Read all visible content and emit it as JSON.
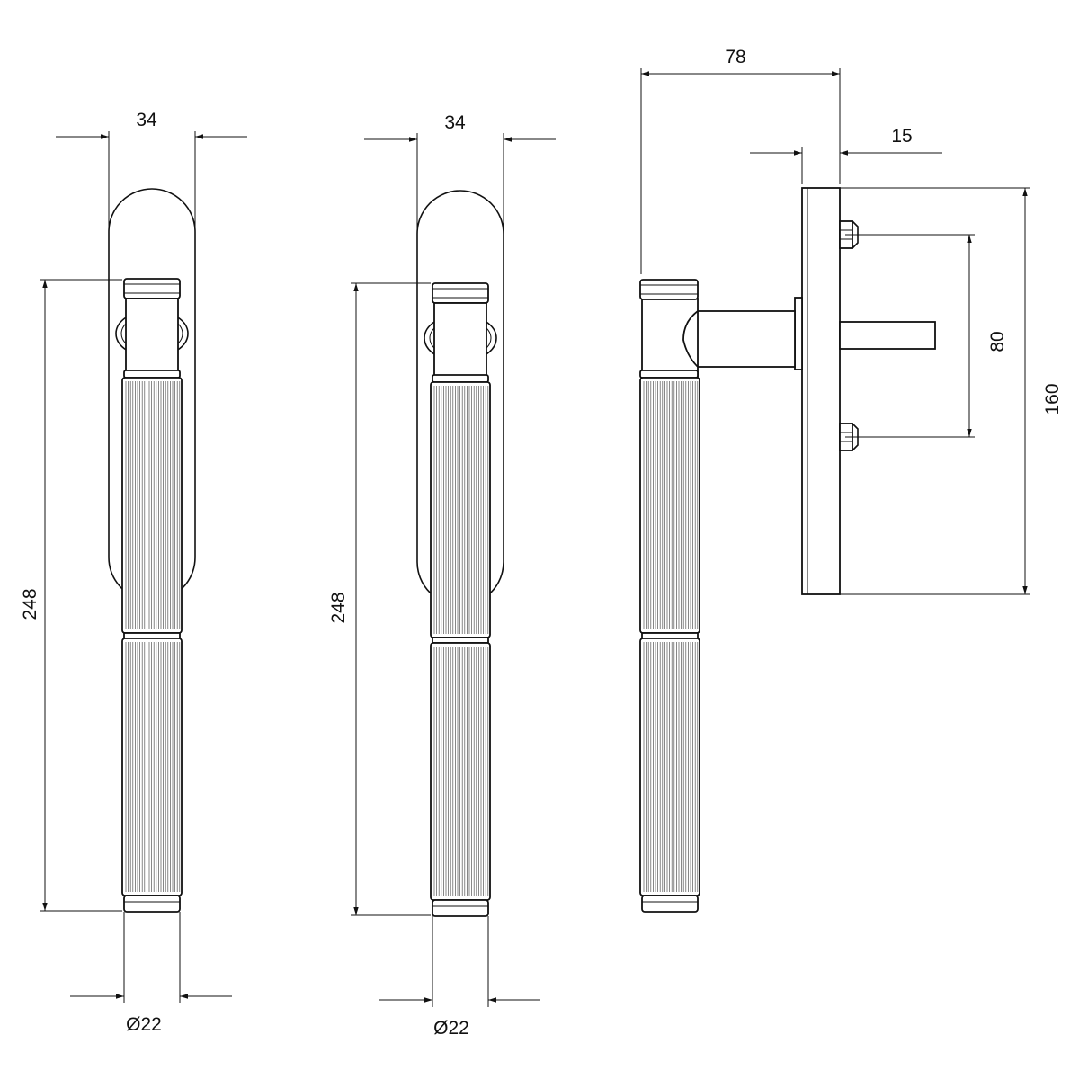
{
  "dimensions": {
    "view1_width": "34",
    "view1_height": "248",
    "view1_diameter": "Ø22",
    "view2_width": "34",
    "view2_height": "248",
    "view2_diameter": "Ø22",
    "side_projection": "78",
    "side_plate_thickness": "15",
    "side_screw_spacing": "80",
    "side_plate_height": "160"
  },
  "colors": {
    "line": "#111111",
    "background": "#ffffff"
  }
}
